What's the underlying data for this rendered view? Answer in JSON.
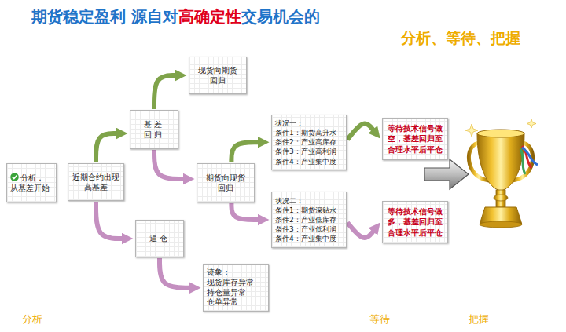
{
  "diagram": {
    "title": "期货稳定盈利 源自对高确定性交易机会的",
    "nodes": [
      {
        "text": [
          "分析：",
          "从基差开始"
        ]
      },
      {
        "text": [
          "近期合约出现 高基差"
        ]
      },
      {
        "text": [
          "基差 回归"
        ]
      },
      {
        "text": [
          "逼仓"
        ]
      },
      {
        "text": [
          "现货向期货 回归"
        ]
      },
      {
        "text": [
          "期货向现货 回归"
        ]
      },
      {
        "text": [
          "迹象：",
          "现货库存异常 持仓量异常 仓单异常"
        ]
      },
      {
        "text": [
          "状况一：",
          "条件1：期货高升水 条件2：产业高库存 条件3：产业高利润 条件4：产业集中度"
        ]
      },
      {
        "text": [
          "状况二：",
          "条件1：期货深贴水 条件2：产业低库存 条件3：产业低利润 条件4：产业集中度"
        ]
      },
      {
        "text": [
          "等待技术信号做空，基差回归至合理水平后平仓"
        ]
      },
      {
        "text": [
          "等待技术信号做多，基差回归至合理水平后平仓"
        ]
      }
    ],
    "edges": [
      {
        "from": 1,
        "to": 2,
        "arrow": "to"
      },
      {
        "from": 1,
        "to": 3,
        "arrow": "to"
      },
      {
        "from": 2,
        "to": 4,
        "arrow": "to"
      },
      {
        "from": 2,
        "to": 5,
        "arrow": "to"
      },
      {
        "from": 3,
        "to": 6,
        "arrow": "to"
      },
      {
        "from": 5,
        "to": 7,
        "arrow": "to"
      },
      {
        "from": 5,
        "to": 8,
        "arrow": "to"
      },
      {
        "from": 7,
        "to": 9,
        "arrow": "to"
      },
      {
        "from": 8,
        "to": 10,
        "arrow": "to"
      }
    ],
    "labels": [
      "分析、等待、把握",
      "分析",
      "等待",
      "把握"
    ]
  }
}
